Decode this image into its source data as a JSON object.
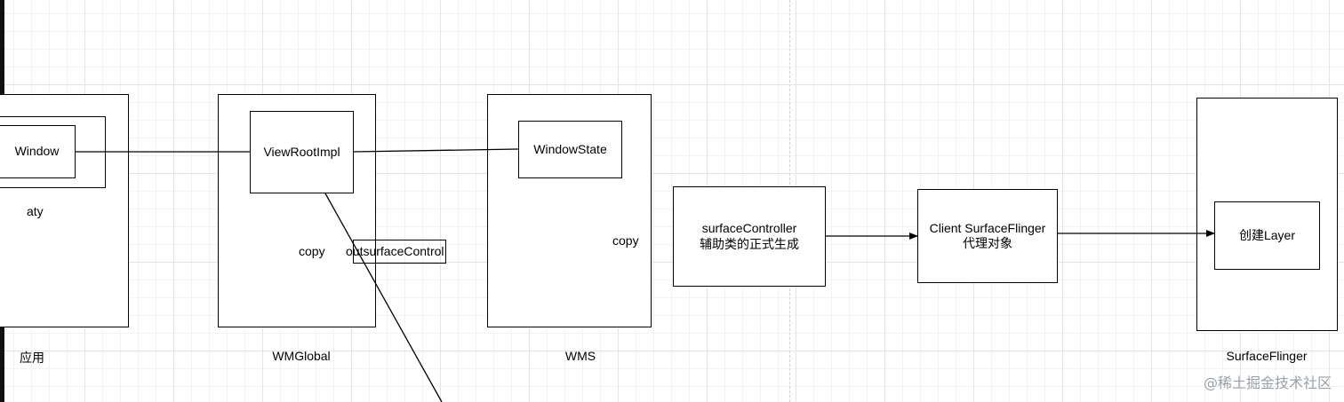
{
  "containers": {
    "app": "应用",
    "wmglobal": "WMGlobal",
    "wms": "WMS",
    "surfaceflinger": "SurfaceFlinger"
  },
  "nodes": {
    "window": "Window",
    "aty": "aty",
    "viewrootimpl": "ViewRootImpl",
    "outsurfacecontrol": "outsurfaceControl",
    "windowstate": "WindowState",
    "surface_controller_line1": "surfaceController",
    "surface_controller_line2": "辅助类的正式生成",
    "client_line1": "Client  SurfaceFlinger",
    "client_line2": "代理对象",
    "create_layer": "创建Layer"
  },
  "labels": {
    "copy_wmglobal": "copy",
    "copy_wms": "copy"
  },
  "watermark": "@稀土掘金技术社区"
}
